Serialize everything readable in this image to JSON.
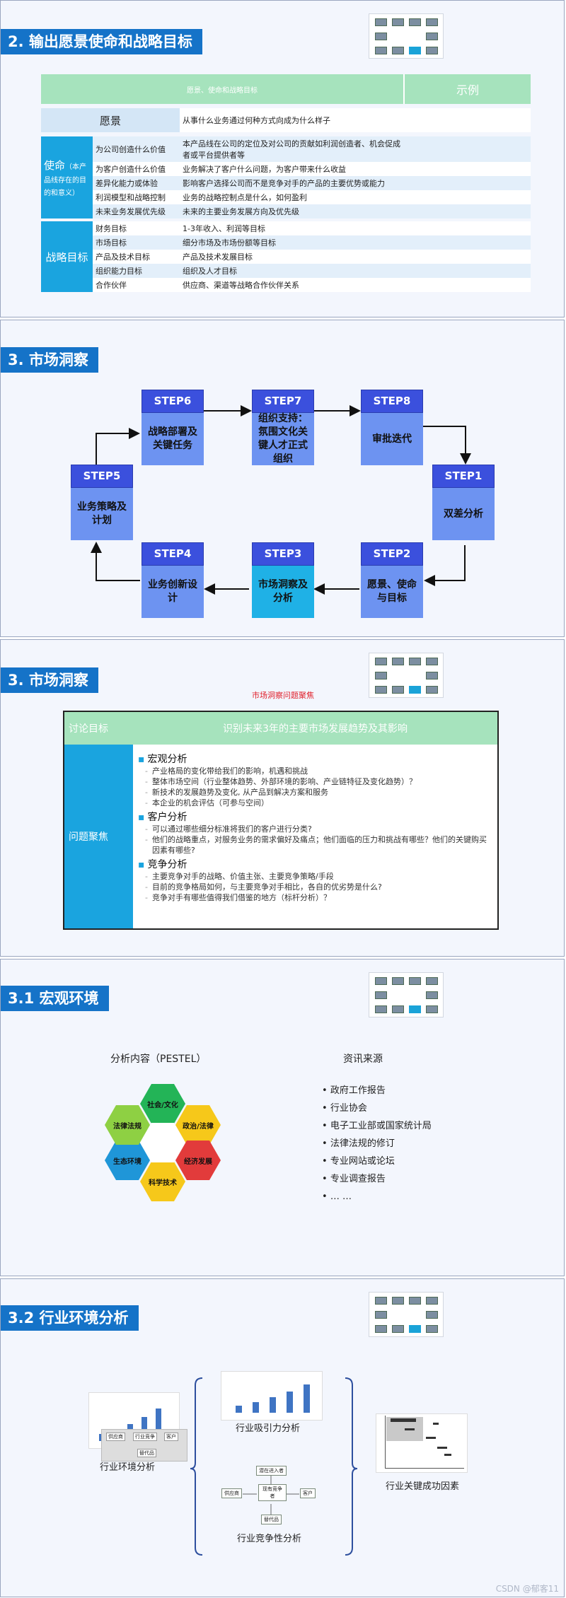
{
  "slide1": {
    "title": "2. 输出愿景使命和战略目标",
    "table_header": "愿景、使命和战略目标",
    "example_header": "示例",
    "vision_label": "愿景",
    "vision_text": "从事什么业务通过何种方式向成为什么样子",
    "mission_label": "使命",
    "mission_sub": "（本产品线存在的目的和意义）",
    "mission_rows": [
      {
        "k": "为公司创造什么价值",
        "v": "本产品线在公司的定位及对公司的贡献如利润创造者、机会促成者或平台提供者等"
      },
      {
        "k": "为客户创造什么价值",
        "v": "业务解决了客户什么问题，为客户带来什么收益"
      },
      {
        "k": "差异化能力或体验",
        "v": "影响客户选择公司而不是竞争对手的产品的主要优势或能力"
      },
      {
        "k": "利润模型和战略控制",
        "v": "业务的战略控制点是什么，如何盈利"
      },
      {
        "k": "未来业务发展优先级",
        "v": "未来的主要业务发展方向及优先级"
      }
    ],
    "goal_label": "战略目标",
    "goal_rows": [
      {
        "k": "财务目标",
        "v": "1-3年收入、利润等目标"
      },
      {
        "k": "市场目标",
        "v": "细分市场及市场份额等目标"
      },
      {
        "k": "产品及技术目标",
        "v": "产品及技术发展目标"
      },
      {
        "k": "组织能力目标",
        "v": "组织及人才目标"
      },
      {
        "k": "合作伙伴",
        "v": "供应商、渠道等战略合作伙伴关系"
      }
    ]
  },
  "slide2": {
    "title": "3. 市场洞察",
    "steps": [
      {
        "h": "STEP6",
        "b": "战略部署及关键任务"
      },
      {
        "h": "STEP7",
        "b": "组织支持：氛围文化关键人才正式组织"
      },
      {
        "h": "STEP8",
        "b": "审批迭代"
      },
      {
        "h": "STEP5",
        "b": "业务策略及计划"
      },
      {
        "h": "STEP1",
        "b": "双差分析"
      },
      {
        "h": "STEP4",
        "b": "业务创新设计"
      },
      {
        "h": "STEP3",
        "b": "市场洞察及分析"
      },
      {
        "h": "STEP2",
        "b": "愿景、使命与目标"
      }
    ]
  },
  "slide3": {
    "title": "3. 市场洞察",
    "subtitle": "市场洞察问题聚焦",
    "goal_label": "讨论目标",
    "goal_text": "识别未来3年的主要市场发展趋势及其影响",
    "focus_label": "问题聚焦",
    "sections": [
      {
        "name": "宏观分析",
        "items": [
          "产业格局的变化带给我们的影响，机遇和挑战",
          "整体市场空间（行业整体趋势、外部环境的影响、产业链特征及变化趋势）？",
          "新技术的发展趋势及变化, 从产品到解决方案和服务",
          "本企业的机会评估（可参与空间）"
        ]
      },
      {
        "name": "客户分析",
        "items": [
          "可以通过哪些细分标准将我们的客户进行分类?",
          "他们的战略重点，对服务业务的需求偏好及痛点；他们面临的压力和挑战有哪些？他们的关键购买因素有哪些?"
        ]
      },
      {
        "name": "竞争分析",
        "items": [
          "主要竞争对手的战略、价值主张、主要竞争策略/手段",
          "目前的竞争格局如何，与主要竞争对手相比，各自的优劣势是什么?",
          "竞争对手有哪些值得我们借鉴的地方（标杆分析）？"
        ]
      }
    ]
  },
  "slide4": {
    "title": "3.1 宏观环境",
    "analysis_label": "分析内容（PESTEL）",
    "sources_label": "资讯来源",
    "hexes": [
      "社会/文化",
      "政治/法律",
      "经济发展",
      "科学技术",
      "生态环境",
      "法律法规"
    ],
    "sources": [
      "政府工作报告",
      "行业协会",
      "电子工业部或国家统计局",
      "法律法规的修订",
      "专业网站或论坛",
      "专业调查报告",
      "… …"
    ]
  },
  "slide5": {
    "title": "3.2 行业环境分析",
    "labels": {
      "env": "行业环境分析",
      "attr": "行业吸引力分析",
      "comp": "行业竞争性分析",
      "ksf": "行业关键成功因素"
    },
    "comp_nodes": [
      "潜在进入者",
      "供应商",
      "现有竞争者",
      "客户",
      "替代品"
    ],
    "left_mini_nodes": [
      "供应商",
      "行业竞争",
      "客户",
      "替代品"
    ]
  },
  "watermark": "CSDN @郁客11"
}
